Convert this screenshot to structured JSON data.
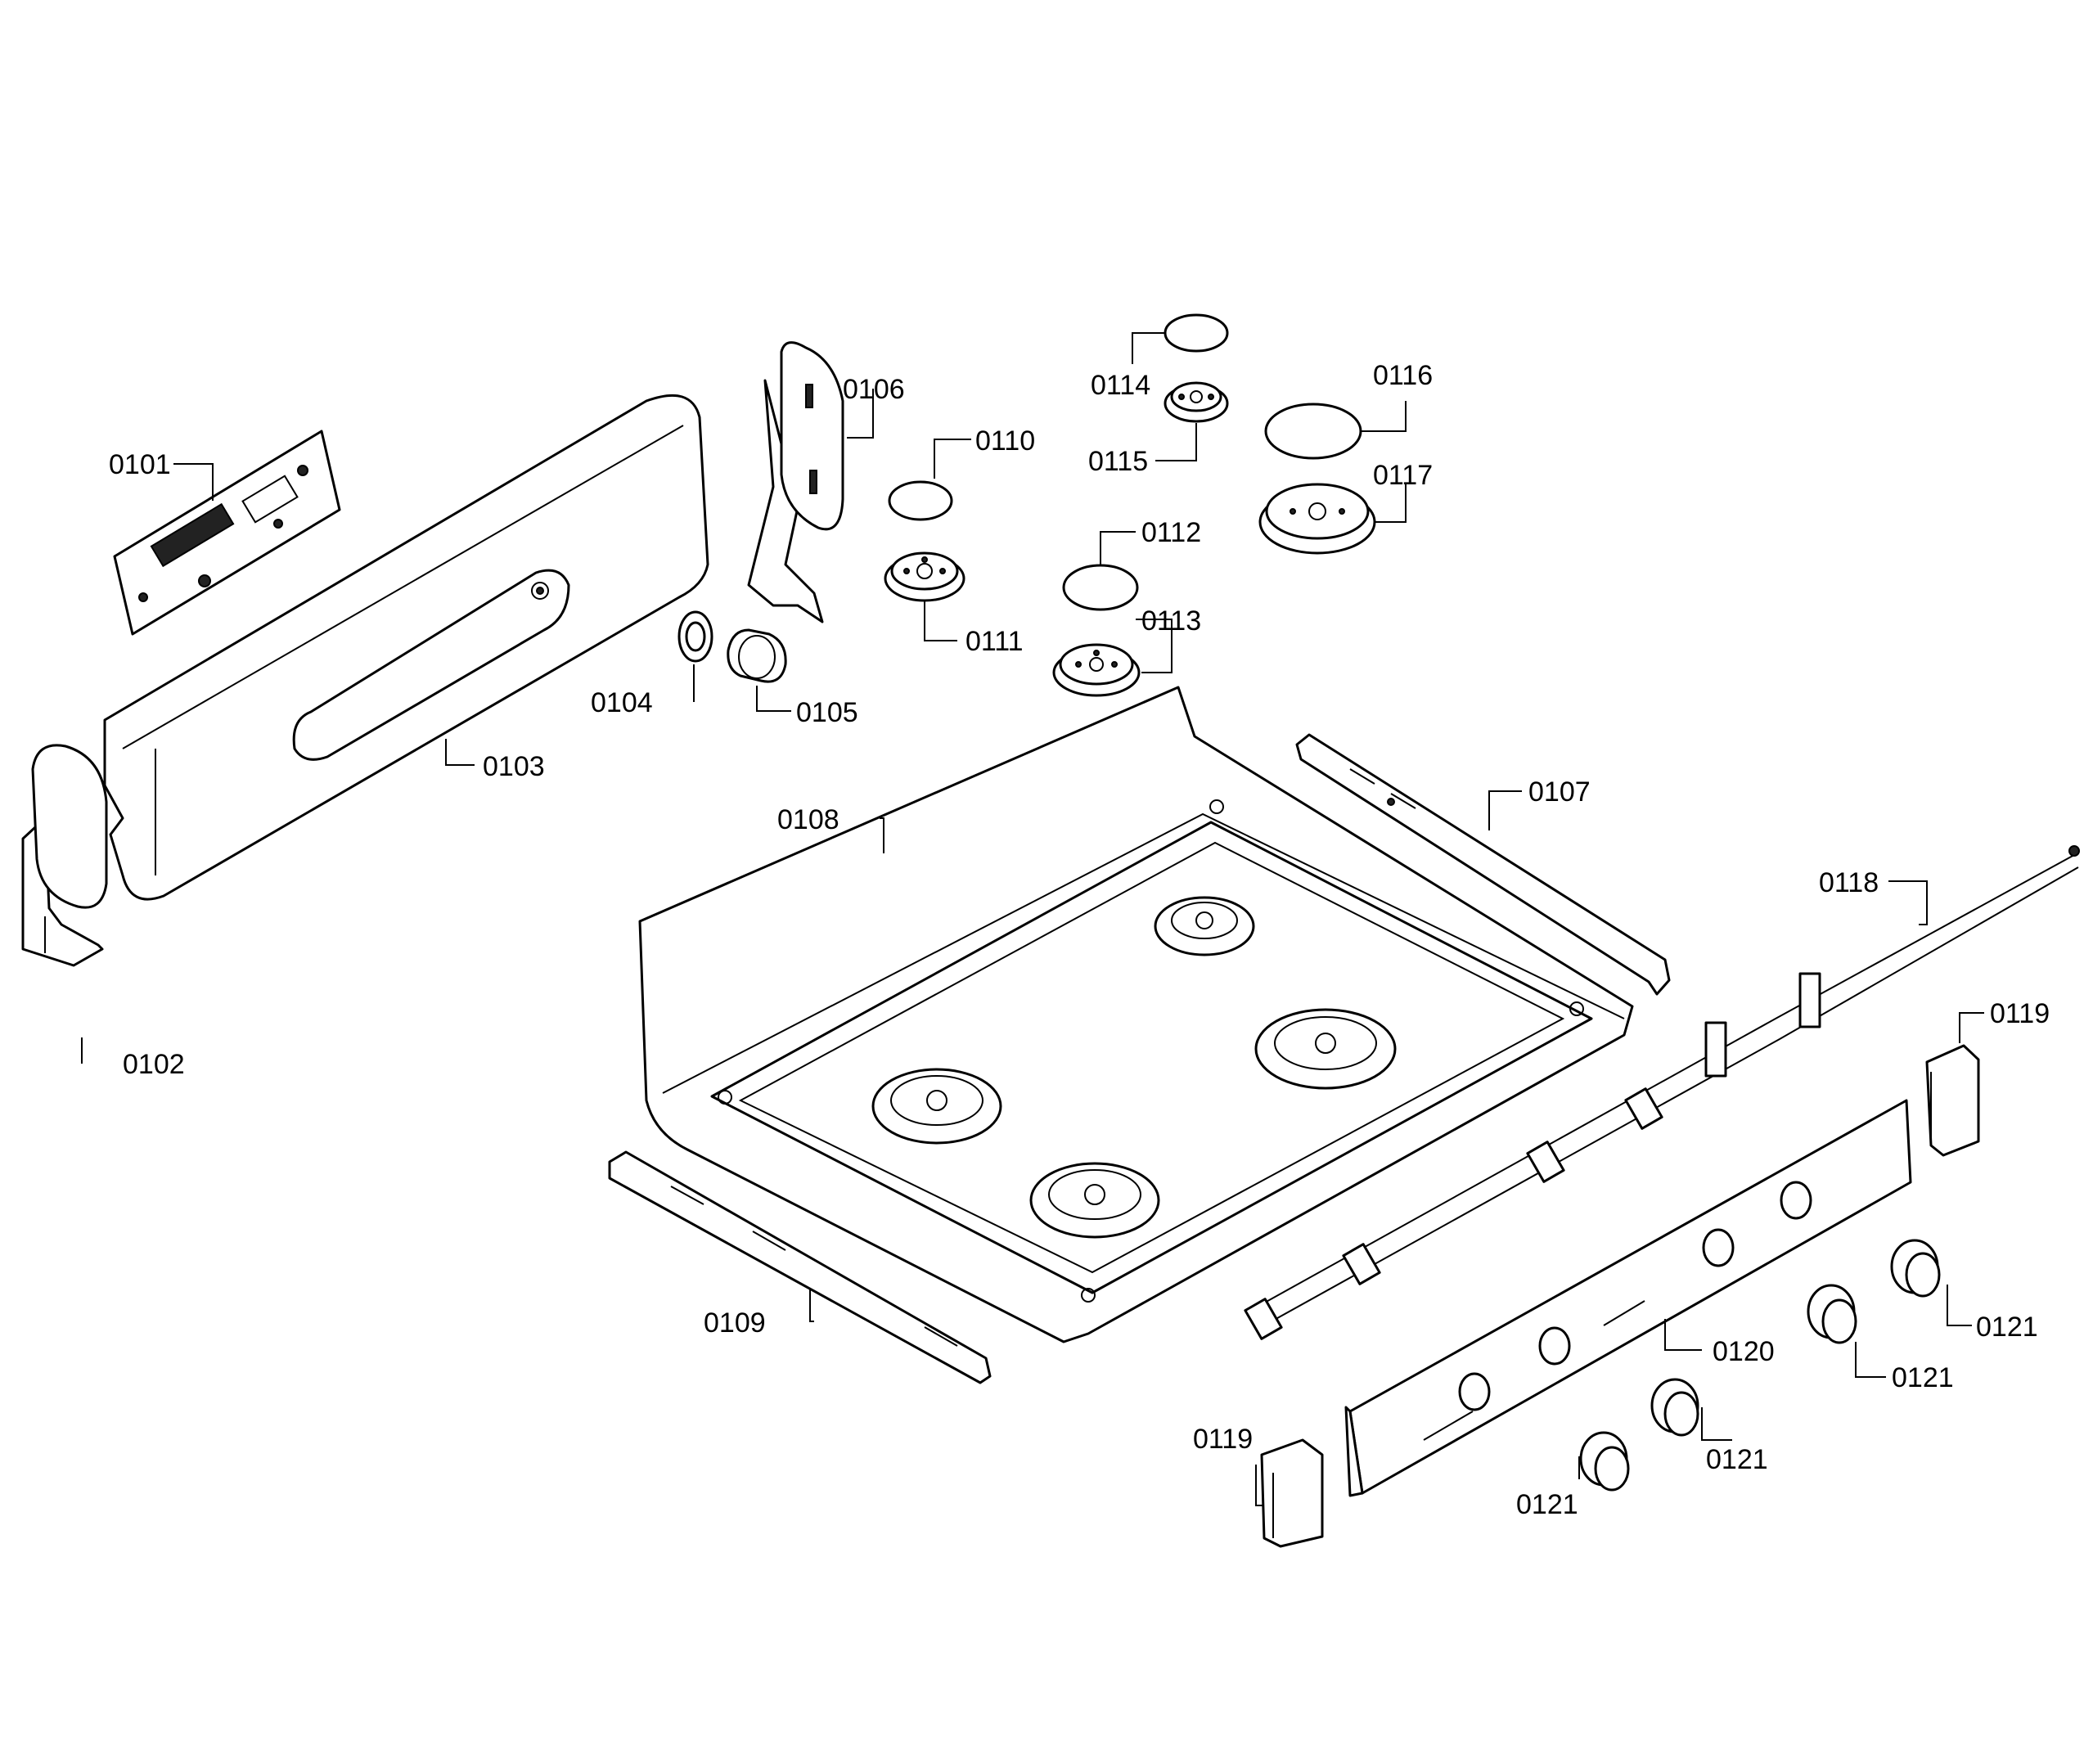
{
  "labels": {
    "p0101": "0101",
    "p0102": "0102",
    "p0103": "0103",
    "p0104": "0104",
    "p0105": "0105",
    "p0106": "0106",
    "p0107": "0107",
    "p0108": "0108",
    "p0109": "0109",
    "p0110": "0110",
    "p0111": "0111",
    "p0112": "0112",
    "p0113": "0113",
    "p0114": "0114",
    "p0115": "0115",
    "p0116": "0116",
    "p0117": "0117",
    "p0118": "0118",
    "p0119a": "0119",
    "p0119b": "0119",
    "p0120": "0120",
    "p0121a": "0121",
    "p0121b": "0121",
    "p0121c": "0121",
    "p0121d": "0121"
  }
}
